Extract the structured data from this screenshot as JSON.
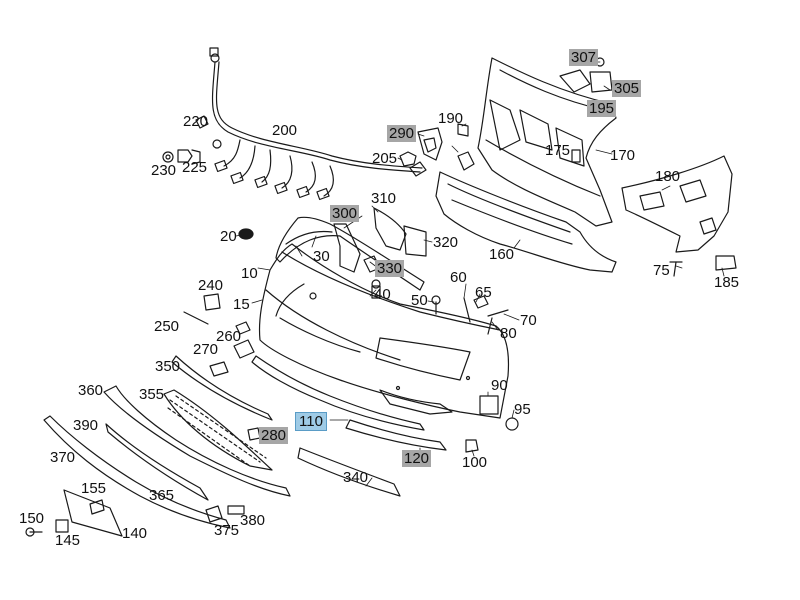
{
  "parts": [
    {
      "id": "l10",
      "text": "10"
    },
    {
      "id": "l15",
      "text": "15"
    },
    {
      "id": "l20",
      "text": "20"
    },
    {
      "id": "l30",
      "text": "30"
    },
    {
      "id": "l40",
      "text": "40"
    },
    {
      "id": "l50",
      "text": "50"
    },
    {
      "id": "l60",
      "text": "60"
    },
    {
      "id": "l65",
      "text": "65"
    },
    {
      "id": "l70",
      "text": "70"
    },
    {
      "id": "l75",
      "text": "75"
    },
    {
      "id": "l80",
      "text": "80"
    },
    {
      "id": "l90",
      "text": "90"
    },
    {
      "id": "l95",
      "text": "95"
    },
    {
      "id": "l100",
      "text": "100"
    },
    {
      "id": "l110",
      "text": "110",
      "highlight": "blue"
    },
    {
      "id": "l120",
      "text": "120",
      "highlight": "gray"
    },
    {
      "id": "l140",
      "text": "140"
    },
    {
      "id": "l145",
      "text": "145"
    },
    {
      "id": "l150",
      "text": "150"
    },
    {
      "id": "l155",
      "text": "155"
    },
    {
      "id": "l160",
      "text": "160"
    },
    {
      "id": "l170",
      "text": "170"
    },
    {
      "id": "l175",
      "text": "175"
    },
    {
      "id": "l180",
      "text": "180"
    },
    {
      "id": "l185",
      "text": "185"
    },
    {
      "id": "l190",
      "text": "190"
    },
    {
      "id": "l195",
      "text": "195",
      "highlight": "gray"
    },
    {
      "id": "l200",
      "text": "200"
    },
    {
      "id": "l205",
      "text": "205"
    },
    {
      "id": "l220",
      "text": "220"
    },
    {
      "id": "l225",
      "text": "225"
    },
    {
      "id": "l230",
      "text": "230"
    },
    {
      "id": "l240",
      "text": "240"
    },
    {
      "id": "l250",
      "text": "250"
    },
    {
      "id": "l260",
      "text": "260"
    },
    {
      "id": "l270",
      "text": "270"
    },
    {
      "id": "l280",
      "text": "280",
      "highlight": "gray"
    },
    {
      "id": "l290",
      "text": "290",
      "highlight": "gray"
    },
    {
      "id": "l300",
      "text": "300",
      "highlight": "gray"
    },
    {
      "id": "l305",
      "text": "305",
      "highlight": "gray"
    },
    {
      "id": "l307",
      "text": "307",
      "highlight": "gray"
    },
    {
      "id": "l310",
      "text": "310"
    },
    {
      "id": "l320",
      "text": "320"
    },
    {
      "id": "l330",
      "text": "330",
      "highlight": "gray"
    },
    {
      "id": "l340",
      "text": "340"
    },
    {
      "id": "l350",
      "text": "350"
    },
    {
      "id": "l355",
      "text": "355"
    },
    {
      "id": "l360",
      "text": "360"
    },
    {
      "id": "l365",
      "text": "365"
    },
    {
      "id": "l370",
      "text": "370"
    },
    {
      "id": "l375",
      "text": "375"
    },
    {
      "id": "l380",
      "text": "380"
    },
    {
      "id": "l390",
      "text": "390"
    }
  ]
}
